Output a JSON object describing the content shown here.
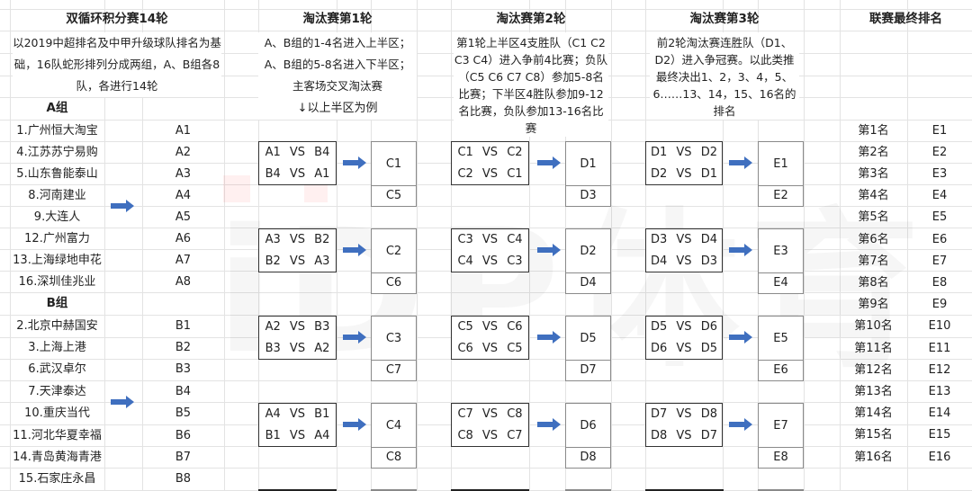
{
  "headers": {
    "round_robin": "双循环积分赛14轮",
    "ko1": "淘汰赛第1轮",
    "ko2": "淘汰赛第2轮",
    "ko3": "淘汰赛第3轮",
    "final": "联赛最终排名"
  },
  "descriptions": {
    "round_robin": "以2019中超排名及中甲升级球队排名为基础，16队蛇形排列分成两组，A、B组各8队，各进行14轮",
    "ko1_lines": [
      "A、B组的1-4名进入上半区；",
      "A、B组的5-8名进入下半区；",
      "主客场交叉淘汰赛"
    ],
    "ko1_note": "↓以上半区为例",
    "ko2": "第1轮上半区4支胜队（C1 C2 C3 C4）进入争前4比赛；负队（C5 C6 C7 C8）参加5-8名比赛；下半区4胜队参加9-12名比赛，负队参加13-16名比赛",
    "ko3": "前2轮淘汰赛连胜队（D1、D2）进入争冠赛。以此类推最终决出1、2，3、4，5、6……13、14，15、16名的排名"
  },
  "group_a": {
    "label": "A组",
    "teams": [
      "1.广州恒大淘宝",
      "4.江苏苏宁易购",
      "5.山东鲁能泰山",
      "8.河南建业",
      "9.大连人",
      "12.广州富力",
      "13.上海绿地申花",
      "16.深圳佳兆业"
    ],
    "codes": [
      "A1",
      "A2",
      "A3",
      "A4",
      "A5",
      "A6",
      "A7",
      "A8"
    ]
  },
  "group_b": {
    "label": "B组",
    "teams": [
      "2.北京中赫国安",
      "3.上海上港",
      "6.武汉卓尔",
      "7.天津泰达",
      "10.重庆当代",
      "11.河北华夏幸福",
      "14.青岛黄海青港",
      "15.石家庄永昌"
    ],
    "codes": [
      "B1",
      "B2",
      "B3",
      "B4",
      "B5",
      "B6",
      "B7",
      "B8"
    ]
  },
  "round1": [
    {
      "legs": [
        "A1  VS  B4",
        "B4  VS  A1"
      ],
      "winner": "C1",
      "loser": "C5"
    },
    {
      "legs": [
        "A3  VS  B2",
        "B2  VS  A3"
      ],
      "winner": "C2",
      "loser": "C6"
    },
    {
      "legs": [
        "A2  VS  B3",
        "B3  VS  A2"
      ],
      "winner": "C3",
      "loser": "C7"
    },
    {
      "legs": [
        "A4  VS  B1",
        "B1  VS  A4"
      ],
      "winner": "C4",
      "loser": "C8"
    }
  ],
  "round2": [
    {
      "legs": [
        "C1  VS  C2",
        "C2  VS  C1"
      ],
      "winner": "D1",
      "loser": "D3"
    },
    {
      "legs": [
        "C3  VS  C4",
        "C4  VS  C3"
      ],
      "winner": "D2",
      "loser": "D4"
    },
    {
      "legs": [
        "C5  VS  C6",
        "C6  VS  C5"
      ],
      "winner": "D5",
      "loser": "D7"
    },
    {
      "legs": [
        "C7  VS  C8",
        "C8  VS  C7"
      ],
      "winner": "D6",
      "loser": "D8"
    }
  ],
  "round3": [
    {
      "legs": [
        "D1  VS  D2",
        "D2  VS  D1"
      ],
      "winner": "E1",
      "loser": "E2"
    },
    {
      "legs": [
        "D3  VS  D4",
        "D4  VS  D3"
      ],
      "winner": "E3",
      "loser": "E4"
    },
    {
      "legs": [
        "D5  VS  D6",
        "D6  VS  D5"
      ],
      "winner": "E5",
      "loser": "E6"
    },
    {
      "legs": [
        "D7  VS  D8",
        "D8  VS  D7"
      ],
      "winner": "E7",
      "loser": "E8"
    }
  ],
  "final_ranking": {
    "places": [
      "第1名",
      "第2名",
      "第3名",
      "第4名",
      "第5名",
      "第6名",
      "第7名",
      "第8名",
      "第9名",
      "第10名",
      "第11名",
      "第12名",
      "第13名",
      "第14名",
      "第15名",
      "第16名"
    ],
    "codes": [
      "E1",
      "E2",
      "E3",
      "E4",
      "E5",
      "E6",
      "E7",
      "E8",
      "E9",
      "E10",
      "E11",
      "E12",
      "E13",
      "E14",
      "E15",
      "E16"
    ]
  },
  "icons": {
    "arrow": "right-arrow-icon"
  },
  "colors": {
    "arrow": "#3f6fbf",
    "grid": "#e3e3e3",
    "box_border": "#333333"
  }
}
